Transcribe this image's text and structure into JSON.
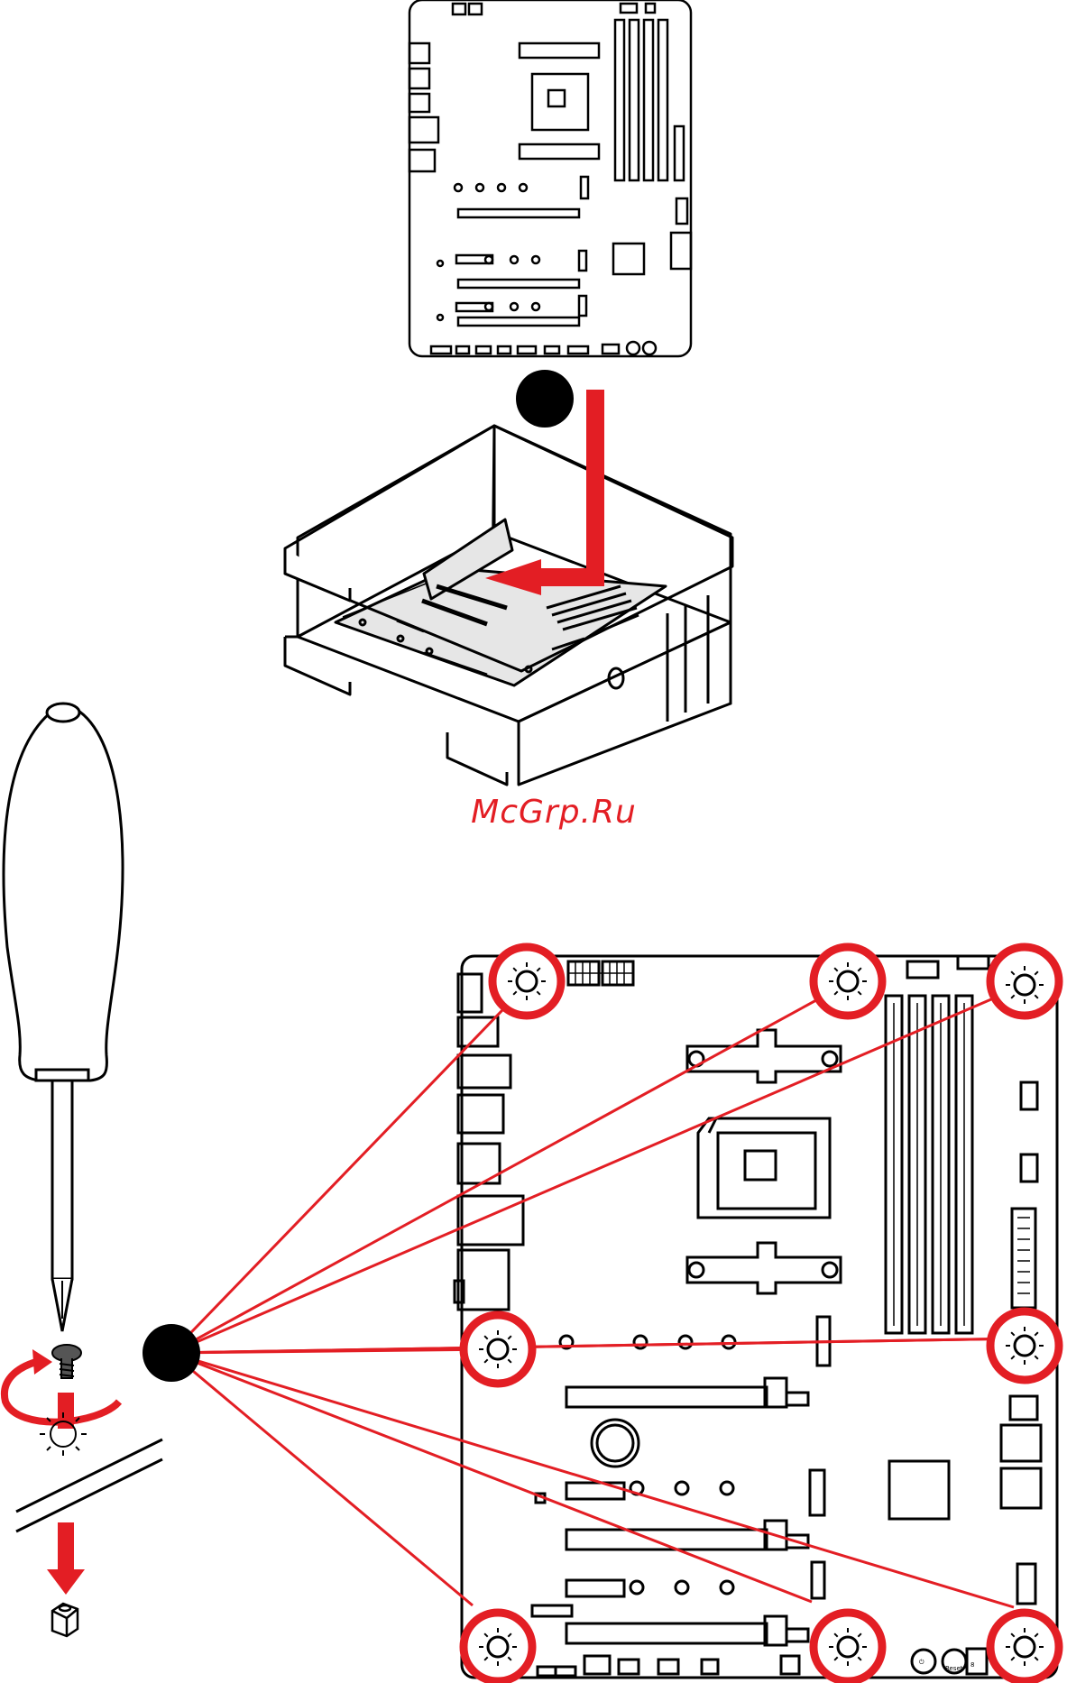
{
  "watermark": {
    "text": "McGrp.Ru"
  },
  "board_labels": {
    "power": "⏻",
    "reset": "Reset",
    "debug": "8"
  },
  "colors": {
    "accent": "#e31e24",
    "ink": "#000000",
    "fill": "#e6e6e6",
    "paper": "#ffffff"
  },
  "icons": [
    "screwdriver-icon",
    "screw-icon",
    "standoff-icon",
    "rotate-arrow-icon",
    "down-arrow-icon",
    "case-icon",
    "motherboard-icon"
  ]
}
